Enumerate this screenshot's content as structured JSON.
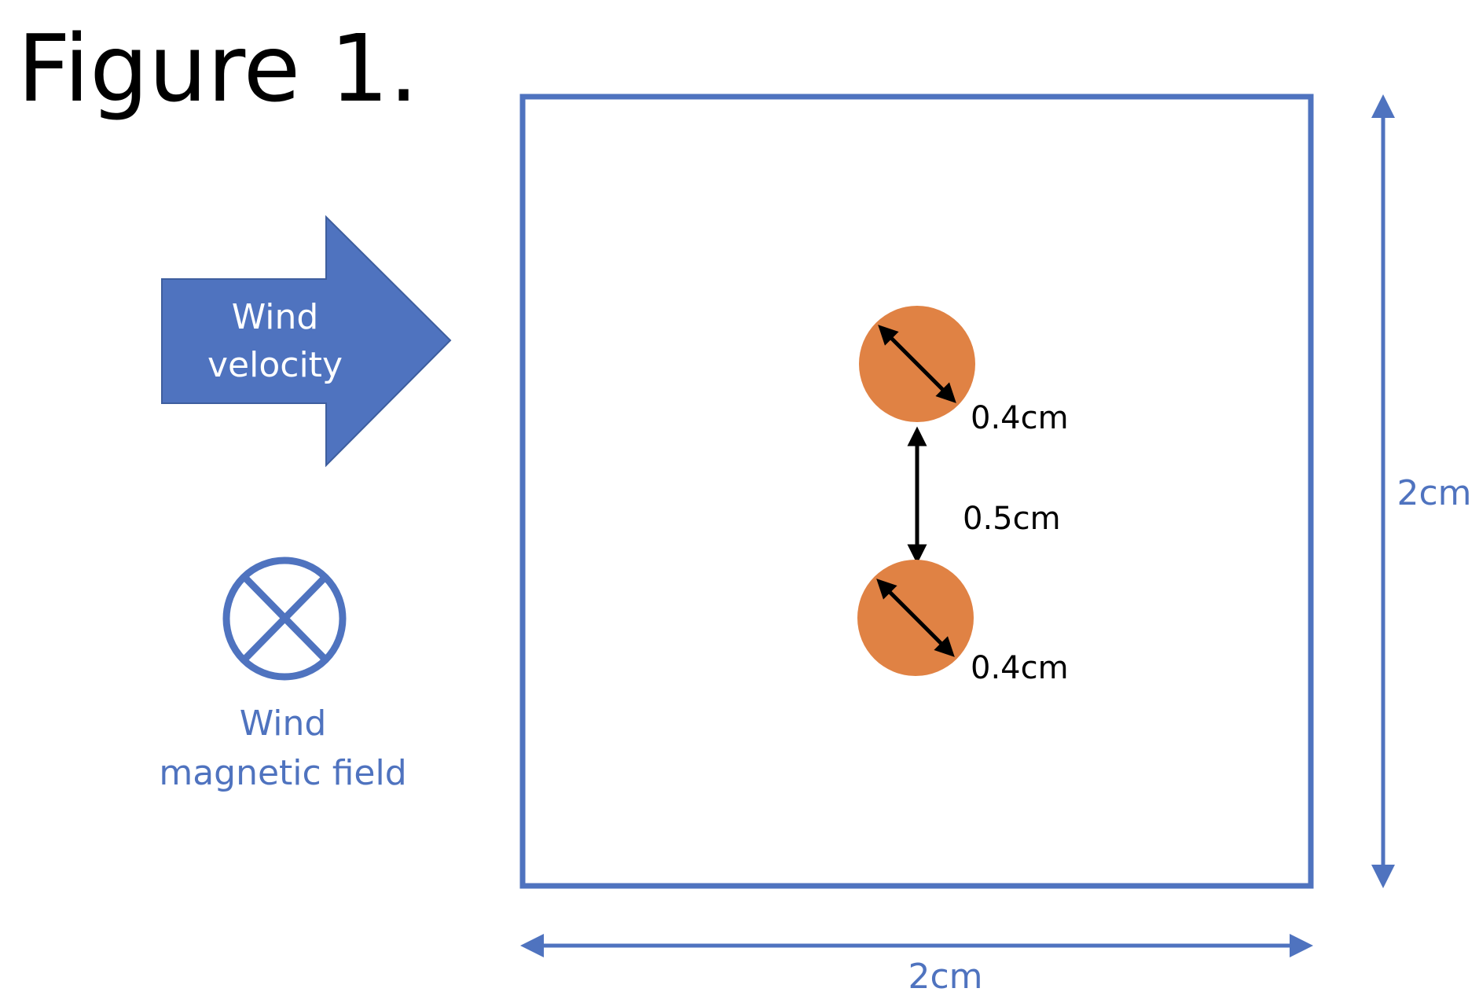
{
  "title": "Figure 1.",
  "wind_velocity": {
    "line1": "Wind",
    "line2": "velocity"
  },
  "wind_magnetic_field": {
    "line1": "Wind",
    "line2": "magnetic field",
    "icon": "circle-x-icon"
  },
  "box": {
    "width_label": "2cm",
    "height_label": "2cm"
  },
  "particles": {
    "top_diameter_label": "0.4cm",
    "bottom_diameter_label": "0.4cm",
    "separation_label": "0.5cm"
  },
  "colors": {
    "blue": "#4F73BF",
    "orange": "#E08244",
    "black": "#000000",
    "white": "#FFFFFF"
  }
}
